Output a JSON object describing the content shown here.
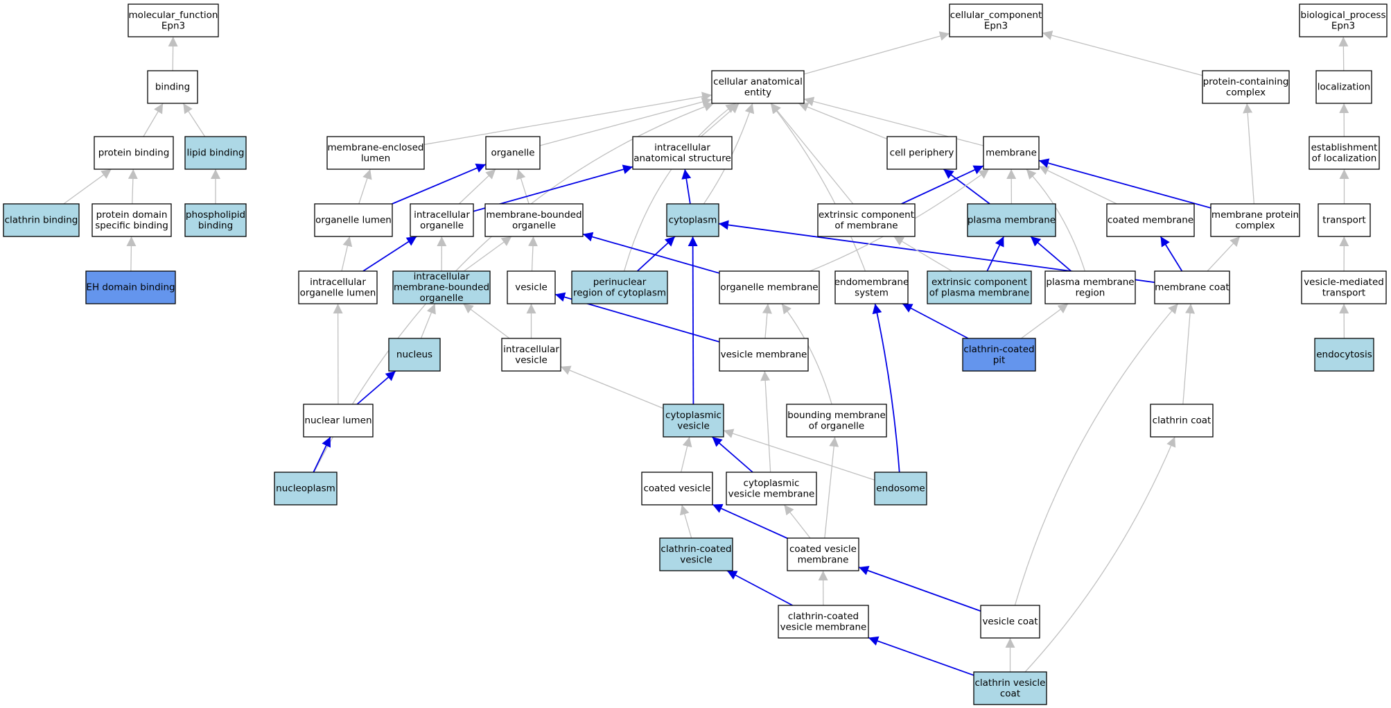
{
  "colors": {
    "plain": "#ffffff",
    "light": "#add8e6",
    "highlight": "#6495ed",
    "edge_gray": "#c0c0c0",
    "edge_blue": "#0000e6"
  },
  "nodes": [
    {
      "id": "mf",
      "lines": [
        "molecular_function",
        "Epn3"
      ],
      "fill": "plain"
    },
    {
      "id": "cc",
      "lines": [
        "cellular_component",
        "Epn3"
      ],
      "fill": "plain"
    },
    {
      "id": "bp",
      "lines": [
        "biological_process",
        "Epn3"
      ],
      "fill": "plain"
    },
    {
      "id": "binding",
      "lines": [
        "binding"
      ],
      "fill": "plain"
    },
    {
      "id": "cae",
      "lines": [
        "cellular anatomical",
        "entity"
      ],
      "fill": "plain"
    },
    {
      "id": "pcc",
      "lines": [
        "protein-containing",
        "complex"
      ],
      "fill": "plain"
    },
    {
      "id": "localization",
      "lines": [
        "localization"
      ],
      "fill": "plain"
    },
    {
      "id": "protein_binding",
      "lines": [
        "protein binding"
      ],
      "fill": "plain"
    },
    {
      "id": "lipid_binding",
      "lines": [
        "lipid binding"
      ],
      "fill": "light"
    },
    {
      "id": "mel",
      "lines": [
        "membrane-enclosed",
        "lumen"
      ],
      "fill": "plain"
    },
    {
      "id": "organelle",
      "lines": [
        "organelle"
      ],
      "fill": "plain"
    },
    {
      "id": "ias",
      "lines": [
        "intracellular",
        "anatomical structure"
      ],
      "fill": "plain"
    },
    {
      "id": "cell_periphery",
      "lines": [
        "cell periphery"
      ],
      "fill": "plain"
    },
    {
      "id": "membrane",
      "lines": [
        "membrane"
      ],
      "fill": "plain"
    },
    {
      "id": "eol",
      "lines": [
        "establishment",
        "of localization"
      ],
      "fill": "plain"
    },
    {
      "id": "clathrin_binding",
      "lines": [
        "clathrin binding"
      ],
      "fill": "light"
    },
    {
      "id": "pdsb",
      "lines": [
        "protein domain",
        "specific binding"
      ],
      "fill": "plain"
    },
    {
      "id": "phospholipid_binding",
      "lines": [
        "phospholipid",
        "binding"
      ],
      "fill": "light"
    },
    {
      "id": "organelle_lumen",
      "lines": [
        "organelle lumen"
      ],
      "fill": "plain"
    },
    {
      "id": "intracellular_organelle",
      "lines": [
        "intracellular",
        "organelle"
      ],
      "fill": "plain"
    },
    {
      "id": "mbo",
      "lines": [
        "membrane-bounded",
        "organelle"
      ],
      "fill": "plain"
    },
    {
      "id": "cytoplasm",
      "lines": [
        "cytoplasm"
      ],
      "fill": "light"
    },
    {
      "id": "ecm",
      "lines": [
        "extrinsic component",
        "of membrane"
      ],
      "fill": "plain"
    },
    {
      "id": "plasma_membrane",
      "lines": [
        "plasma membrane"
      ],
      "fill": "light"
    },
    {
      "id": "coated_membrane",
      "lines": [
        "coated membrane"
      ],
      "fill": "plain"
    },
    {
      "id": "mpc",
      "lines": [
        "membrane protein",
        "complex"
      ],
      "fill": "plain"
    },
    {
      "id": "transport",
      "lines": [
        "transport"
      ],
      "fill": "plain"
    },
    {
      "id": "eh",
      "lines": [
        "EH domain binding"
      ],
      "fill": "highlight"
    },
    {
      "id": "iol",
      "lines": [
        "intracellular",
        "organelle lumen"
      ],
      "fill": "plain"
    },
    {
      "id": "imbo",
      "lines": [
        "intracellular",
        "membrane-bounded",
        "organelle"
      ],
      "fill": "light"
    },
    {
      "id": "vesicle",
      "lines": [
        "vesicle"
      ],
      "fill": "plain"
    },
    {
      "id": "perinuclear",
      "lines": [
        "perinuclear",
        "region of cytoplasm"
      ],
      "fill": "light"
    },
    {
      "id": "organelle_membrane",
      "lines": [
        "organelle membrane"
      ],
      "fill": "plain"
    },
    {
      "id": "endomembrane",
      "lines": [
        "endomembrane",
        "system"
      ],
      "fill": "plain"
    },
    {
      "id": "ecpm",
      "lines": [
        "extrinsic component",
        "of plasma membrane"
      ],
      "fill": "light"
    },
    {
      "id": "pmr",
      "lines": [
        "plasma membrane",
        "region"
      ],
      "fill": "plain"
    },
    {
      "id": "membrane_coat",
      "lines": [
        "membrane coat"
      ],
      "fill": "plain"
    },
    {
      "id": "vmt",
      "lines": [
        "vesicle-mediated",
        "transport"
      ],
      "fill": "plain"
    },
    {
      "id": "nucleus",
      "lines": [
        "nucleus"
      ],
      "fill": "light"
    },
    {
      "id": "intracellular_vesicle",
      "lines": [
        "intracellular",
        "vesicle"
      ],
      "fill": "plain"
    },
    {
      "id": "vesicle_membrane",
      "lines": [
        "vesicle membrane"
      ],
      "fill": "plain"
    },
    {
      "id": "ccp",
      "lines": [
        "clathrin-coated",
        "pit"
      ],
      "fill": "highlight"
    },
    {
      "id": "endocytosis",
      "lines": [
        "endocytosis"
      ],
      "fill": "light"
    },
    {
      "id": "nuclear_lumen",
      "lines": [
        "nuclear lumen"
      ],
      "fill": "plain"
    },
    {
      "id": "cytoplasmic_vesicle",
      "lines": [
        "cytoplasmic",
        "vesicle"
      ],
      "fill": "light"
    },
    {
      "id": "bmo",
      "lines": [
        "bounding membrane",
        "of organelle"
      ],
      "fill": "plain"
    },
    {
      "id": "clathrin_coat",
      "lines": [
        "clathrin coat"
      ],
      "fill": "plain"
    },
    {
      "id": "nucleoplasm",
      "lines": [
        "nucleoplasm"
      ],
      "fill": "light"
    },
    {
      "id": "coated_vesicle",
      "lines": [
        "coated vesicle"
      ],
      "fill": "plain"
    },
    {
      "id": "cvm",
      "lines": [
        "cytoplasmic",
        "vesicle membrane"
      ],
      "fill": "plain"
    },
    {
      "id": "endosome",
      "lines": [
        "endosome"
      ],
      "fill": "light"
    },
    {
      "id": "ccv",
      "lines": [
        "clathrin-coated",
        "vesicle"
      ],
      "fill": "light"
    },
    {
      "id": "coated_vesicle_membrane",
      "lines": [
        "coated vesicle",
        "membrane"
      ],
      "fill": "plain"
    },
    {
      "id": "ccvm",
      "lines": [
        "clathrin-coated",
        "vesicle membrane"
      ],
      "fill": "plain"
    },
    {
      "id": "vesicle_coat",
      "lines": [
        "vesicle coat"
      ],
      "fill": "plain"
    },
    {
      "id": "clathrin_vesicle_coat",
      "lines": [
        "clathrin vesicle",
        "coat"
      ],
      "fill": "light"
    }
  ],
  "edges": [
    {
      "from": "binding",
      "to": "mf",
      "color": "gray"
    },
    {
      "from": "protein_binding",
      "to": "binding",
      "color": "gray"
    },
    {
      "from": "lipid_binding",
      "to": "binding",
      "color": "gray"
    },
    {
      "from": "clathrin_binding",
      "to": "protein_binding",
      "color": "gray"
    },
    {
      "from": "pdsb",
      "to": "protein_binding",
      "color": "gray"
    },
    {
      "from": "phospholipid_binding",
      "to": "lipid_binding",
      "color": "gray"
    },
    {
      "from": "eh",
      "to": "pdsb",
      "color": "gray"
    },
    {
      "from": "cae",
      "to": "cc",
      "color": "gray"
    },
    {
      "from": "pcc",
      "to": "cc",
      "color": "gray"
    },
    {
      "from": "localization",
      "to": "bp",
      "color": "gray"
    },
    {
      "from": "eol",
      "to": "localization",
      "color": "gray"
    },
    {
      "from": "transport",
      "to": "eol",
      "color": "gray"
    },
    {
      "from": "vmt",
      "to": "transport",
      "color": "gray"
    },
    {
      "from": "endocytosis",
      "to": "vmt",
      "color": "gray"
    },
    {
      "from": "mpc",
      "to": "pcc",
      "color": "gray"
    },
    {
      "from": "mel",
      "to": "cae",
      "color": "gray"
    },
    {
      "from": "organelle",
      "to": "cae",
      "color": "gray"
    },
    {
      "from": "ias",
      "to": "cae",
      "color": "gray"
    },
    {
      "from": "cell_periphery",
      "to": "cae",
      "color": "gray"
    },
    {
      "from": "membrane",
      "to": "cae",
      "color": "gray"
    },
    {
      "from": "cytoplasm",
      "to": "cae",
      "color": "gray",
      "bend": 15
    },
    {
      "from": "ecm",
      "to": "cae",
      "color": "gray"
    },
    {
      "from": "endomembrane",
      "to": "cae",
      "color": "gray",
      "bend": 25
    },
    {
      "from": "perinuclear",
      "to": "cae",
      "color": "gray",
      "bend": -60
    },
    {
      "from": "nucleoplasm",
      "to": "cae",
      "color": "gray",
      "bend": -170
    },
    {
      "from": "organelle_lumen",
      "to": "mel",
      "color": "gray"
    },
    {
      "from": "iol",
      "to": "organelle_lumen",
      "color": "gray"
    },
    {
      "from": "intracellular_organelle",
      "to": "organelle",
      "color": "gray"
    },
    {
      "from": "mbo",
      "to": "organelle",
      "color": "gray"
    },
    {
      "from": "organelle_lumen",
      "to": "organelle",
      "color": "blue"
    },
    {
      "from": "intracellular_organelle",
      "to": "ias",
      "color": "blue"
    },
    {
      "from": "cytoplasm",
      "to": "ias",
      "color": "blue"
    },
    {
      "from": "iol",
      "to": "intracellular_organelle",
      "color": "blue"
    },
    {
      "from": "imbo",
      "to": "intracellular_organelle",
      "color": "gray"
    },
    {
      "from": "imbo",
      "to": "mbo",
      "color": "gray"
    },
    {
      "from": "vesicle",
      "to": "mbo",
      "color": "gray"
    },
    {
      "from": "organelle_membrane",
      "to": "mbo",
      "color": "blue"
    },
    {
      "from": "perinuclear",
      "to": "cytoplasm",
      "color": "blue"
    },
    {
      "from": "cytoplasmic_vesicle",
      "to": "cytoplasm",
      "color": "blue"
    },
    {
      "from": "membrane_coat",
      "to": "cytoplasm",
      "color": "blue"
    },
    {
      "from": "plasma_membrane",
      "to": "cell_periphery",
      "color": "blue"
    },
    {
      "from": "ecm",
      "to": "membrane",
      "color": "blue"
    },
    {
      "from": "plasma_membrane",
      "to": "membrane",
      "color": "gray"
    },
    {
      "from": "coated_membrane",
      "to": "membrane",
      "color": "gray"
    },
    {
      "from": "mpc",
      "to": "membrane",
      "color": "blue"
    },
    {
      "from": "organelle_membrane",
      "to": "membrane",
      "color": "gray",
      "bend": 25
    },
    {
      "from": "pmr",
      "to": "membrane",
      "color": "gray",
      "bend": 25
    },
    {
      "from": "ecpm",
      "to": "ecm",
      "color": "gray"
    },
    {
      "from": "ecpm",
      "to": "plasma_membrane",
      "color": "blue"
    },
    {
      "from": "pmr",
      "to": "plasma_membrane",
      "color": "blue"
    },
    {
      "from": "membrane_coat",
      "to": "coated_membrane",
      "color": "blue"
    },
    {
      "from": "membrane_coat",
      "to": "mpc",
      "color": "gray"
    },
    {
      "from": "nucleus",
      "to": "imbo",
      "color": "gray"
    },
    {
      "from": "intracellular_vesicle",
      "to": "imbo",
      "color": "gray"
    },
    {
      "from": "intracellular_vesicle",
      "to": "vesicle",
      "color": "gray"
    },
    {
      "from": "vesicle_membrane",
      "to": "vesicle",
      "color": "blue"
    },
    {
      "from": "vesicle_membrane",
      "to": "organelle_membrane",
      "color": "gray"
    },
    {
      "from": "bmo",
      "to": "organelle_membrane",
      "color": "gray",
      "bend": 20
    },
    {
      "from": "ccp",
      "to": "endomembrane",
      "color": "blue"
    },
    {
      "from": "endosome",
      "to": "endomembrane",
      "color": "blue",
      "bend": 10
    },
    {
      "from": "ccp",
      "to": "pmr",
      "color": "gray"
    },
    {
      "from": "clathrin_coat",
      "to": "membrane_coat",
      "color": "gray"
    },
    {
      "from": "vesicle_coat",
      "to": "membrane_coat",
      "color": "gray",
      "bend": -60
    },
    {
      "from": "nuclear_lumen",
      "to": "iol",
      "color": "gray"
    },
    {
      "from": "nuclear_lumen",
      "to": "nucleus",
      "color": "blue"
    },
    {
      "from": "nucleoplasm",
      "to": "nuclear_lumen",
      "color": "blue"
    },
    {
      "from": "cytoplasmic_vesicle",
      "to": "intracellular_vesicle",
      "color": "gray"
    },
    {
      "from": "cvm",
      "to": "vesicle_membrane",
      "color": "gray"
    },
    {
      "from": "coated_vesicle",
      "to": "cytoplasmic_vesicle",
      "color": "gray"
    },
    {
      "from": "cvm",
      "to": "cytoplasmic_vesicle",
      "color": "blue"
    },
    {
      "from": "endosome",
      "to": "cytoplasmic_vesicle",
      "color": "gray"
    },
    {
      "from": "coated_vesicle_membrane",
      "to": "bmo",
      "color": "gray"
    },
    {
      "from": "ccv",
      "to": "coated_vesicle",
      "color": "gray"
    },
    {
      "from": "coated_vesicle_membrane",
      "to": "coated_vesicle",
      "color": "blue"
    },
    {
      "from": "coated_vesicle_membrane",
      "to": "cvm",
      "color": "gray"
    },
    {
      "from": "ccvm",
      "to": "ccv",
      "color": "blue"
    },
    {
      "from": "ccvm",
      "to": "coated_vesicle_membrane",
      "color": "gray"
    },
    {
      "from": "vesicle_coat",
      "to": "coated_vesicle_membrane",
      "color": "blue"
    },
    {
      "from": "clathrin_vesicle_coat",
      "to": "ccvm",
      "color": "blue"
    },
    {
      "from": "clathrin_vesicle_coat",
      "to": "vesicle_coat",
      "color": "gray"
    },
    {
      "from": "clathrin_vesicle_coat",
      "to": "clathrin_coat",
      "color": "gray",
      "bend": 40
    }
  ]
}
